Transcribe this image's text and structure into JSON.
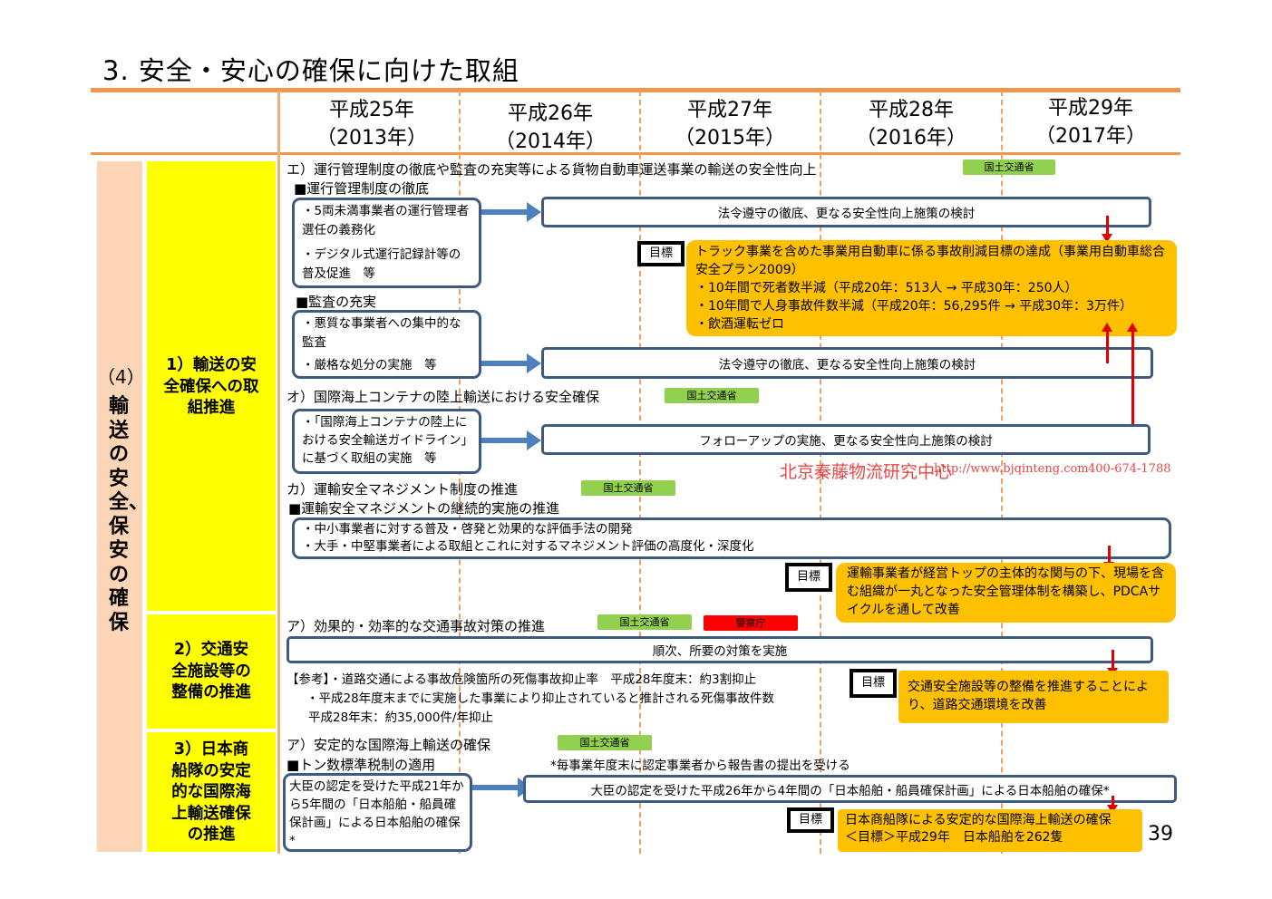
{
  "title": "3. 安全・安心の確保に向けた取組",
  "years": [
    {
      "label": "平成25年",
      "sub": "（2013年）"
    },
    {
      "label": "平成26年",
      "sub": "（2014年）"
    },
    {
      "label": "平成27年",
      "sub": "（2015年）"
    },
    {
      "label": "平成28年",
      "sub": "（2016年）"
    },
    {
      "label": "平成29年",
      "sub": "（2017年）"
    }
  ],
  "category": {
    "number": "（4）",
    "label": "輸送の安全、保安の確保"
  },
  "subcategories": [
    {
      "label": "1）輸送の安全確保への取組推進"
    },
    {
      "label": "2）交通安全施設等の整備の推進"
    },
    {
      "label": "3）日本商船隊の安定的な国際海上輸送確保の推進"
    }
  ],
  "agencies": {
    "mlit": "国土交通省",
    "police": "警察庁"
  },
  "colors": {
    "orange_rule": "#f0964b",
    "peach": "#fbd5b5",
    "yellow": "#ffff00",
    "goal_orange": "#ffc000",
    "box_border": "#3e5a80",
    "arrow_blue": "#4e7fbf",
    "badge_green": "#92d050",
    "badge_red": "#ff0000",
    "red_arrow": "#e00000"
  },
  "sections": {
    "e": {
      "heading": "エ）運行管理制度の徹底や監査の充実等による貨物自動車運送事業の輸送の安全性向上",
      "sub1": "■運行管理制度の徹底",
      "box1_line1": "・5両未満事業者の運行管理者選任の義務化",
      "box1_line2": "・デジタル式運行記録計等の普及促進　等",
      "bar1": "法令遵守の徹底、更なる安全性向上施策の検討",
      "goal_label": "目標",
      "goal_lines": [
        "トラック事業を含めた事業用自動車に係る事故削減目標の達成（事業用自動車総合安全プラン2009）",
        "・10年間で死者数半減（平成20年：513人 → 平成30年：250人）",
        "・10年間で人身事故件数半減（平成20年：56,295件 → 平成30年：3万件）",
        "・飲酒運転ゼロ"
      ],
      "sub2": "■監査の充実",
      "box2_line1": "・悪質な事業者への集中的な監査",
      "box2_line2": "・厳格な処分の実施　等",
      "bar2": "法令遵守の徹底、更なる安全性向上施策の検討"
    },
    "o": {
      "heading": "オ）国際海上コンテナの陸上輸送における安全確保",
      "box": "・「国際海上コンテナの陸上における安全輸送ガイドライン」に基づく取組の実施　等",
      "bar": "フォローアップの実施、更なる安全性向上施策の検討"
    },
    "ka": {
      "heading": "カ）運輸安全マネジメント制度の推進",
      "sub": "■運輸安全マネジメントの継続的実施の推進",
      "box_line1": "・中小事業者に対する普及・啓発と効果的な評価手法の開発",
      "box_line2": "・大手・中堅事業者による取組とこれに対するマネジメント評価の高度化・深度化",
      "goal_label": "目標",
      "goal": "運輸事業者が経営トップの主体的な関与の下、現場を含む組織が一丸となった安全管理体制を構築し、PDCAサイクルを通して改善"
    },
    "traffic": {
      "heading": "ア）効果的・効率的な交通事故対策の推進",
      "bar": "順次、所要の対策を実施",
      "ref_line1": "【参考】・道路交通による事故危険箇所の死傷事故抑止率　平成28年度末：約3割抑止",
      "ref_line2": "・平成28年度末までに実施した事業により抑止されていると推計される死傷事故件数",
      "ref_line3": "平成28年末：約35,000件/年抑止",
      "goal_label": "目標",
      "goal": "交通安全施設等の整備を推進することにより、道路交通環境を改善"
    },
    "maritime": {
      "heading": "ア）安定的な国際海上輸送の確保",
      "sub": "■トン数標準税制の適用",
      "note": "*毎事業年度末に認定事業者から報告書の提出を受ける",
      "box": "大臣の認定を受けた平成21年から5年間の「日本船舶・船員確保計画」による日本船舶の確保*",
      "bar": "大臣の認定を受けた平成26年から4年間の「日本船舶・船員確保計画」による日本船舶の確保*",
      "goal_label": "目標",
      "goal_line1": "日本商船隊による安定的な国際海上輸送の確保",
      "goal_line2": "＜目標＞平成29年　日本船舶を262隻"
    }
  },
  "watermark": {
    "line1": "北京秦藤物流研究中心",
    "line2": "http://www.bjqinteng.com",
    "line3": "400-674-1788"
  },
  "page_number": "39"
}
